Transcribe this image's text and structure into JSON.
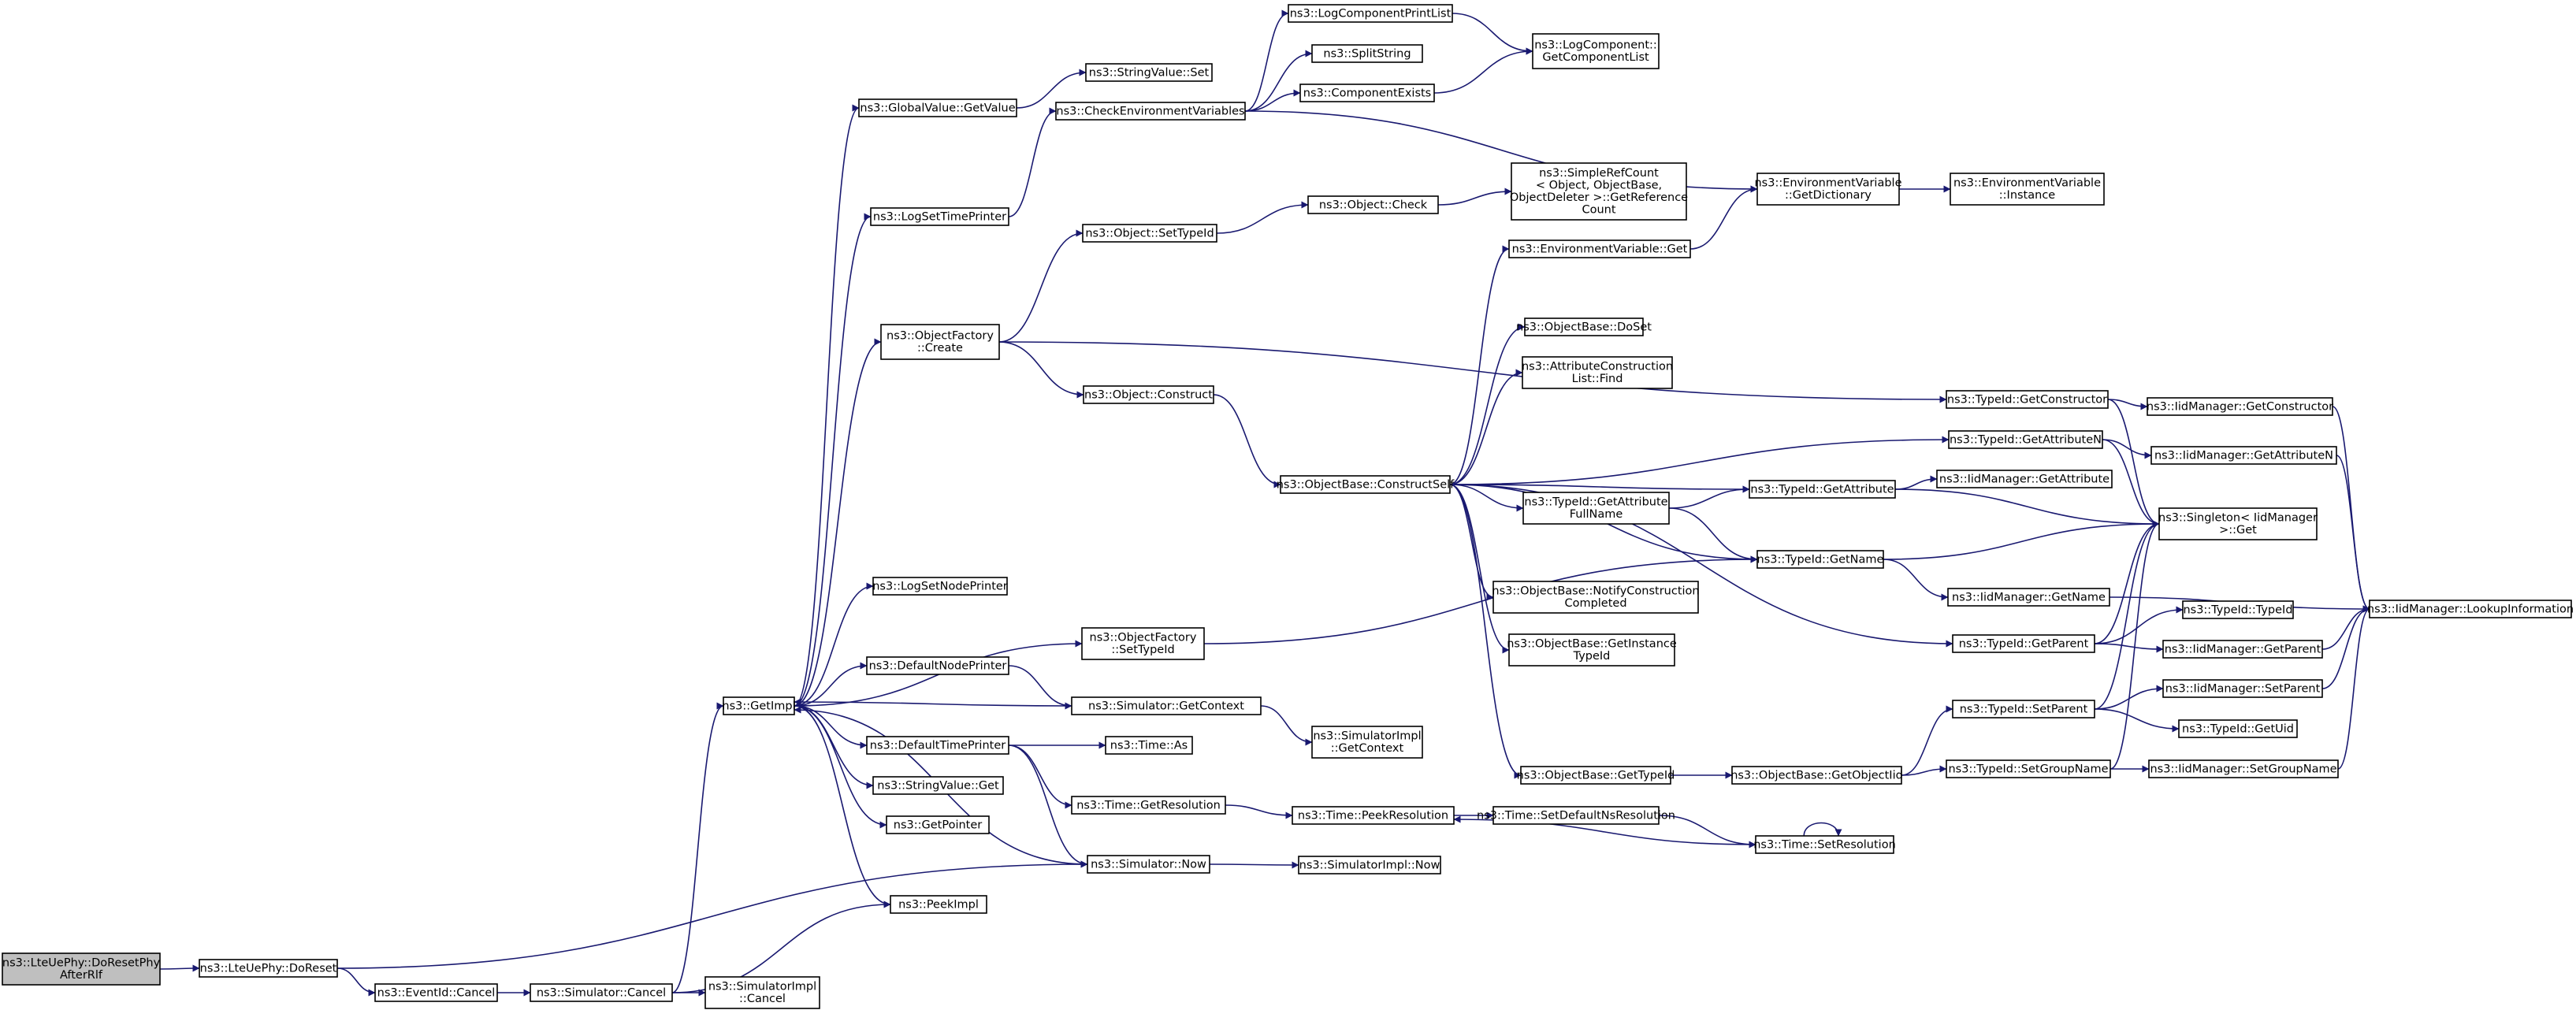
{
  "graph": {
    "edge_color": "#191970",
    "root_fill": "#bfbfbf",
    "nodes": [
      {
        "id": "root",
        "lines": [
          "ns3::LteUePhy::DoResetPhy",
          "AfterRlf"
        ],
        "root": true
      },
      {
        "id": "doreset",
        "lines": [
          "ns3::LteUePhy::DoReset"
        ]
      },
      {
        "id": "evcancel",
        "lines": [
          "ns3::EventId::Cancel"
        ]
      },
      {
        "id": "simcancel",
        "lines": [
          "ns3::Simulator::Cancel"
        ]
      },
      {
        "id": "simimplcancel",
        "lines": [
          "ns3::SimulatorImpl",
          "::Cancel"
        ]
      },
      {
        "id": "getimpl",
        "lines": [
          "ns3::GetImpl"
        ]
      },
      {
        "id": "peekimpl",
        "lines": [
          "ns3::PeekImpl"
        ]
      },
      {
        "id": "getpointer",
        "lines": [
          "ns3::GetPointer"
        ]
      },
      {
        "id": "strvalget",
        "lines": [
          "ns3::StringValue::Get"
        ]
      },
      {
        "id": "deftimeprinter",
        "lines": [
          "ns3::DefaultTimePrinter"
        ]
      },
      {
        "id": "defnodeprinter",
        "lines": [
          "ns3::DefaultNodePrinter"
        ]
      },
      {
        "id": "logsetnodeprinter",
        "lines": [
          "ns3::LogSetNodePrinter"
        ]
      },
      {
        "id": "objfactorycreate",
        "lines": [
          "ns3::ObjectFactory",
          "::Create"
        ]
      },
      {
        "id": "logsettimeprinter",
        "lines": [
          "ns3::LogSetTimePrinter"
        ]
      },
      {
        "id": "globalvalueget",
        "lines": [
          "ns3::GlobalValue::GetValue"
        ]
      },
      {
        "id": "objfactorysettypeid",
        "lines": [
          "ns3::ObjectFactory",
          "::SetTypeId"
        ]
      },
      {
        "id": "simgetcontext",
        "lines": [
          "ns3::Simulator::GetContext"
        ]
      },
      {
        "id": "timeas",
        "lines": [
          "ns3::Time::As"
        ]
      },
      {
        "id": "timegetres",
        "lines": [
          "ns3::Time::GetResolution"
        ]
      },
      {
        "id": "simnow",
        "lines": [
          "ns3::Simulator::Now"
        ]
      },
      {
        "id": "simimplgetcontext",
        "lines": [
          "ns3::SimulatorImpl",
          "::GetContext"
        ]
      },
      {
        "id": "simimplnow",
        "lines": [
          "ns3::SimulatorImpl::Now"
        ]
      },
      {
        "id": "timepeekres",
        "lines": [
          "ns3::Time::PeekResolution"
        ]
      },
      {
        "id": "timesetdefns",
        "lines": [
          "ns3::Time::SetDefaultNsResolution"
        ]
      },
      {
        "id": "timesetres",
        "lines": [
          "ns3::Time::SetResolution"
        ]
      },
      {
        "id": "objsettypeid",
        "lines": [
          "ns3::Object::SetTypeId"
        ]
      },
      {
        "id": "objconstruct",
        "lines": [
          "ns3::Object::Construct"
        ]
      },
      {
        "id": "objcheck",
        "lines": [
          "ns3::Object::Check"
        ]
      },
      {
        "id": "simplerefcount",
        "lines": [
          "ns3::SimpleRefCount",
          "< Object, ObjectBase,",
          "ObjectDeleter >::GetReference",
          "Count"
        ]
      },
      {
        "id": "checkenv",
        "lines": [
          "ns3::CheckEnvironmentVariables"
        ]
      },
      {
        "id": "strvalset",
        "lines": [
          "ns3::StringValue::Set"
        ]
      },
      {
        "id": "logcompprintlist",
        "lines": [
          "ns3::LogComponentPrintList"
        ]
      },
      {
        "id": "splitstring",
        "lines": [
          "ns3::SplitString"
        ]
      },
      {
        "id": "compexists",
        "lines": [
          "ns3::ComponentExists"
        ]
      },
      {
        "id": "logcompgetlist",
        "lines": [
          "ns3::LogComponent::",
          "GetComponentList"
        ]
      },
      {
        "id": "envvargetdict",
        "lines": [
          "ns3::EnvironmentVariable",
          "::GetDictionary"
        ]
      },
      {
        "id": "envvarinstance",
        "lines": [
          "ns3::EnvironmentVariable",
          "::Instance"
        ]
      },
      {
        "id": "envvarget",
        "lines": [
          "ns3::EnvironmentVariable::Get"
        ]
      },
      {
        "id": "objbaseconstructself",
        "lines": [
          "ns3::ObjectBase::ConstructSelf"
        ]
      },
      {
        "id": "objbasedoset",
        "lines": [
          "ns3::ObjectBase::DoSet"
        ]
      },
      {
        "id": "attrconstrfind",
        "lines": [
          "ns3::AttributeConstruction",
          "List::Find"
        ]
      },
      {
        "id": "typeidgetattrfullname",
        "lines": [
          "ns3::TypeId::GetAttribute",
          "FullName"
        ]
      },
      {
        "id": "objbasenotify",
        "lines": [
          "ns3::ObjectBase::NotifyConstruction",
          "Completed"
        ]
      },
      {
        "id": "objbasegetinstance",
        "lines": [
          "ns3::ObjectBase::GetInstance",
          "TypeId"
        ]
      },
      {
        "id": "objbasegettypeid",
        "lines": [
          "ns3::ObjectBase::GetTypeId"
        ]
      },
      {
        "id": "objbasegetobjectiid",
        "lines": [
          "ns3::ObjectBase::GetObjectIid"
        ]
      },
      {
        "id": "typeidgetconstructor",
        "lines": [
          "ns3::TypeId::GetConstructor"
        ]
      },
      {
        "id": "typeidgetattrn",
        "lines": [
          "ns3::TypeId::GetAttributeN"
        ]
      },
      {
        "id": "typeidgetattr",
        "lines": [
          "ns3::TypeId::GetAttribute"
        ]
      },
      {
        "id": "typeidgetname",
        "lines": [
          "ns3::TypeId::GetName"
        ]
      },
      {
        "id": "typeidgetparent",
        "lines": [
          "ns3::TypeId::GetParent"
        ]
      },
      {
        "id": "typeidsetparent",
        "lines": [
          "ns3::TypeId::SetParent"
        ]
      },
      {
        "id": "typeidsetgroupname",
        "lines": [
          "ns3::TypeId::SetGroupName"
        ]
      },
      {
        "id": "iidgetconstructor",
        "lines": [
          "ns3::IidManager::GetConstructor"
        ]
      },
      {
        "id": "iidgetattrn",
        "lines": [
          "ns3::IidManager::GetAttributeN"
        ]
      },
      {
        "id": "iidgetattr",
        "lines": [
          "ns3::IidManager::GetAttribute"
        ]
      },
      {
        "id": "singletonget",
        "lines": [
          "ns3::Singleton< IidManager",
          ">::Get"
        ]
      },
      {
        "id": "iidgetname",
        "lines": [
          "ns3::IidManager::GetName"
        ]
      },
      {
        "id": "typeidtypeid",
        "lines": [
          "ns3::TypeId::TypeId"
        ]
      },
      {
        "id": "iidgetparent",
        "lines": [
          "ns3::IidManager::GetParent"
        ]
      },
      {
        "id": "iidsetparent",
        "lines": [
          "ns3::IidManager::SetParent"
        ]
      },
      {
        "id": "typeidgetuid",
        "lines": [
          "ns3::TypeId::GetUid"
        ]
      },
      {
        "id": "iidsetgroupname",
        "lines": [
          "ns3::IidManager::SetGroupName"
        ]
      },
      {
        "id": "iidlookup",
        "lines": [
          "ns3::IidManager::LookupInformation"
        ]
      }
    ],
    "edges": [
      [
        "root",
        "doreset"
      ],
      [
        "doreset",
        "evcancel"
      ],
      [
        "doreset",
        "simnow"
      ],
      [
        "evcancel",
        "simcancel"
      ],
      [
        "simcancel",
        "simimplcancel"
      ],
      [
        "simcancel",
        "getimpl"
      ],
      [
        "simcancel",
        "peekimpl"
      ],
      [
        "getimpl",
        "globalvalueget"
      ],
      [
        "getimpl",
        "logsettimeprinter"
      ],
      [
        "getimpl",
        "objfactorycreate"
      ],
      [
        "getimpl",
        "logsetnodeprinter"
      ],
      [
        "getimpl",
        "objfactorysettypeid"
      ],
      [
        "getimpl",
        "defnodeprinter"
      ],
      [
        "getimpl",
        "deftimeprinter"
      ],
      [
        "getimpl",
        "strvalget"
      ],
      [
        "getimpl",
        "getpointer"
      ],
      [
        "getimpl",
        "peekimpl"
      ],
      [
        "globalvalueget",
        "strvalset"
      ],
      [
        "logsettimeprinter",
        "checkenv"
      ],
      [
        "checkenv",
        "logcompprintlist"
      ],
      [
        "checkenv",
        "splitstring"
      ],
      [
        "checkenv",
        "compexists"
      ],
      [
        "checkenv",
        "envvargetdict"
      ],
      [
        "logcompprintlist",
        "logcompgetlist"
      ],
      [
        "compexists",
        "logcompgetlist"
      ],
      [
        "envvargetdict",
        "envvarinstance"
      ],
      [
        "envvarget",
        "envvargetdict"
      ],
      [
        "objfactorycreate",
        "objsettypeid"
      ],
      [
        "objfactorycreate",
        "objconstruct"
      ],
      [
        "objfactorycreate",
        "typeidgetconstructor"
      ],
      [
        "objsettypeid",
        "objcheck"
      ],
      [
        "objcheck",
        "simplerefcount"
      ],
      [
        "objconstruct",
        "objbaseconstructself"
      ],
      [
        "objfactorysettypeid",
        "typeidgetname"
      ],
      [
        "defnodeprinter",
        "simgetcontext"
      ],
      [
        "simgetcontext",
        "getimpl"
      ],
      [
        "simgetcontext",
        "simimplgetcontext"
      ],
      [
        "deftimeprinter",
        "timeas"
      ],
      [
        "deftimeprinter",
        "timegetres"
      ],
      [
        "deftimeprinter",
        "simnow"
      ],
      [
        "timegetres",
        "timepeekres"
      ],
      [
        "simnow",
        "simimplnow"
      ],
      [
        "simnow",
        "getimpl"
      ],
      [
        "timepeekres",
        "timesetdefns"
      ],
      [
        "timesetdefns",
        "timesetres"
      ],
      [
        "timesetres",
        "timepeekres"
      ],
      [
        "timesetres",
        "timesetres"
      ],
      [
        "objbaseconstructself",
        "envvarget"
      ],
      [
        "objbaseconstructself",
        "objbasedoset"
      ],
      [
        "objbaseconstructself",
        "attrconstrfind"
      ],
      [
        "objbaseconstructself",
        "typeidgetattrn"
      ],
      [
        "objbaseconstructself",
        "typeidgetattr"
      ],
      [
        "objbaseconstructself",
        "typeidgetattrfullname"
      ],
      [
        "objbaseconstructself",
        "typeidgetname"
      ],
      [
        "objbaseconstructself",
        "objbasenotify"
      ],
      [
        "objbaseconstructself",
        "objbasegetinstance"
      ],
      [
        "objbaseconstructself",
        "objbasegettypeid"
      ],
      [
        "objbaseconstructself",
        "typeidgetparent"
      ],
      [
        "typeidgetattrfullname",
        "typeidgetattr"
      ],
      [
        "typeidgetattrfullname",
        "typeidgetname"
      ],
      [
        "objbasegettypeid",
        "objbasegetobjectiid"
      ],
      [
        "objbasegetobjectiid",
        "typeidsetparent"
      ],
      [
        "objbasegetobjectiid",
        "typeidsetgroupname"
      ],
      [
        "typeidgetconstructor",
        "iidgetconstructor"
      ],
      [
        "typeidgetconstructor",
        "singletonget"
      ],
      [
        "typeidgetattrn",
        "iidgetattrn"
      ],
      [
        "typeidgetattrn",
        "singletonget"
      ],
      [
        "typeidgetattr",
        "iidgetattr"
      ],
      [
        "typeidgetattr",
        "singletonget"
      ],
      [
        "typeidgetname",
        "singletonget"
      ],
      [
        "typeidgetname",
        "iidgetname"
      ],
      [
        "typeidgetparent",
        "singletonget"
      ],
      [
        "typeidgetparent",
        "typeidtypeid"
      ],
      [
        "typeidgetparent",
        "iidgetparent"
      ],
      [
        "typeidsetparent",
        "singletonget"
      ],
      [
        "typeidsetparent",
        "iidsetparent"
      ],
      [
        "typeidsetparent",
        "typeidgetuid"
      ],
      [
        "typeidsetgroupname",
        "singletonget"
      ],
      [
        "typeidsetgroupname",
        "iidsetgroupname"
      ],
      [
        "iidgetconstructor",
        "iidlookup"
      ],
      [
        "iidgetattrn",
        "iidlookup"
      ],
      [
        "iidgetname",
        "iidlookup"
      ],
      [
        "iidgetparent",
        "iidlookup"
      ],
      [
        "iidsetparent",
        "iidlookup"
      ],
      [
        "iidsetgroupname",
        "iidlookup"
      ]
    ]
  }
}
